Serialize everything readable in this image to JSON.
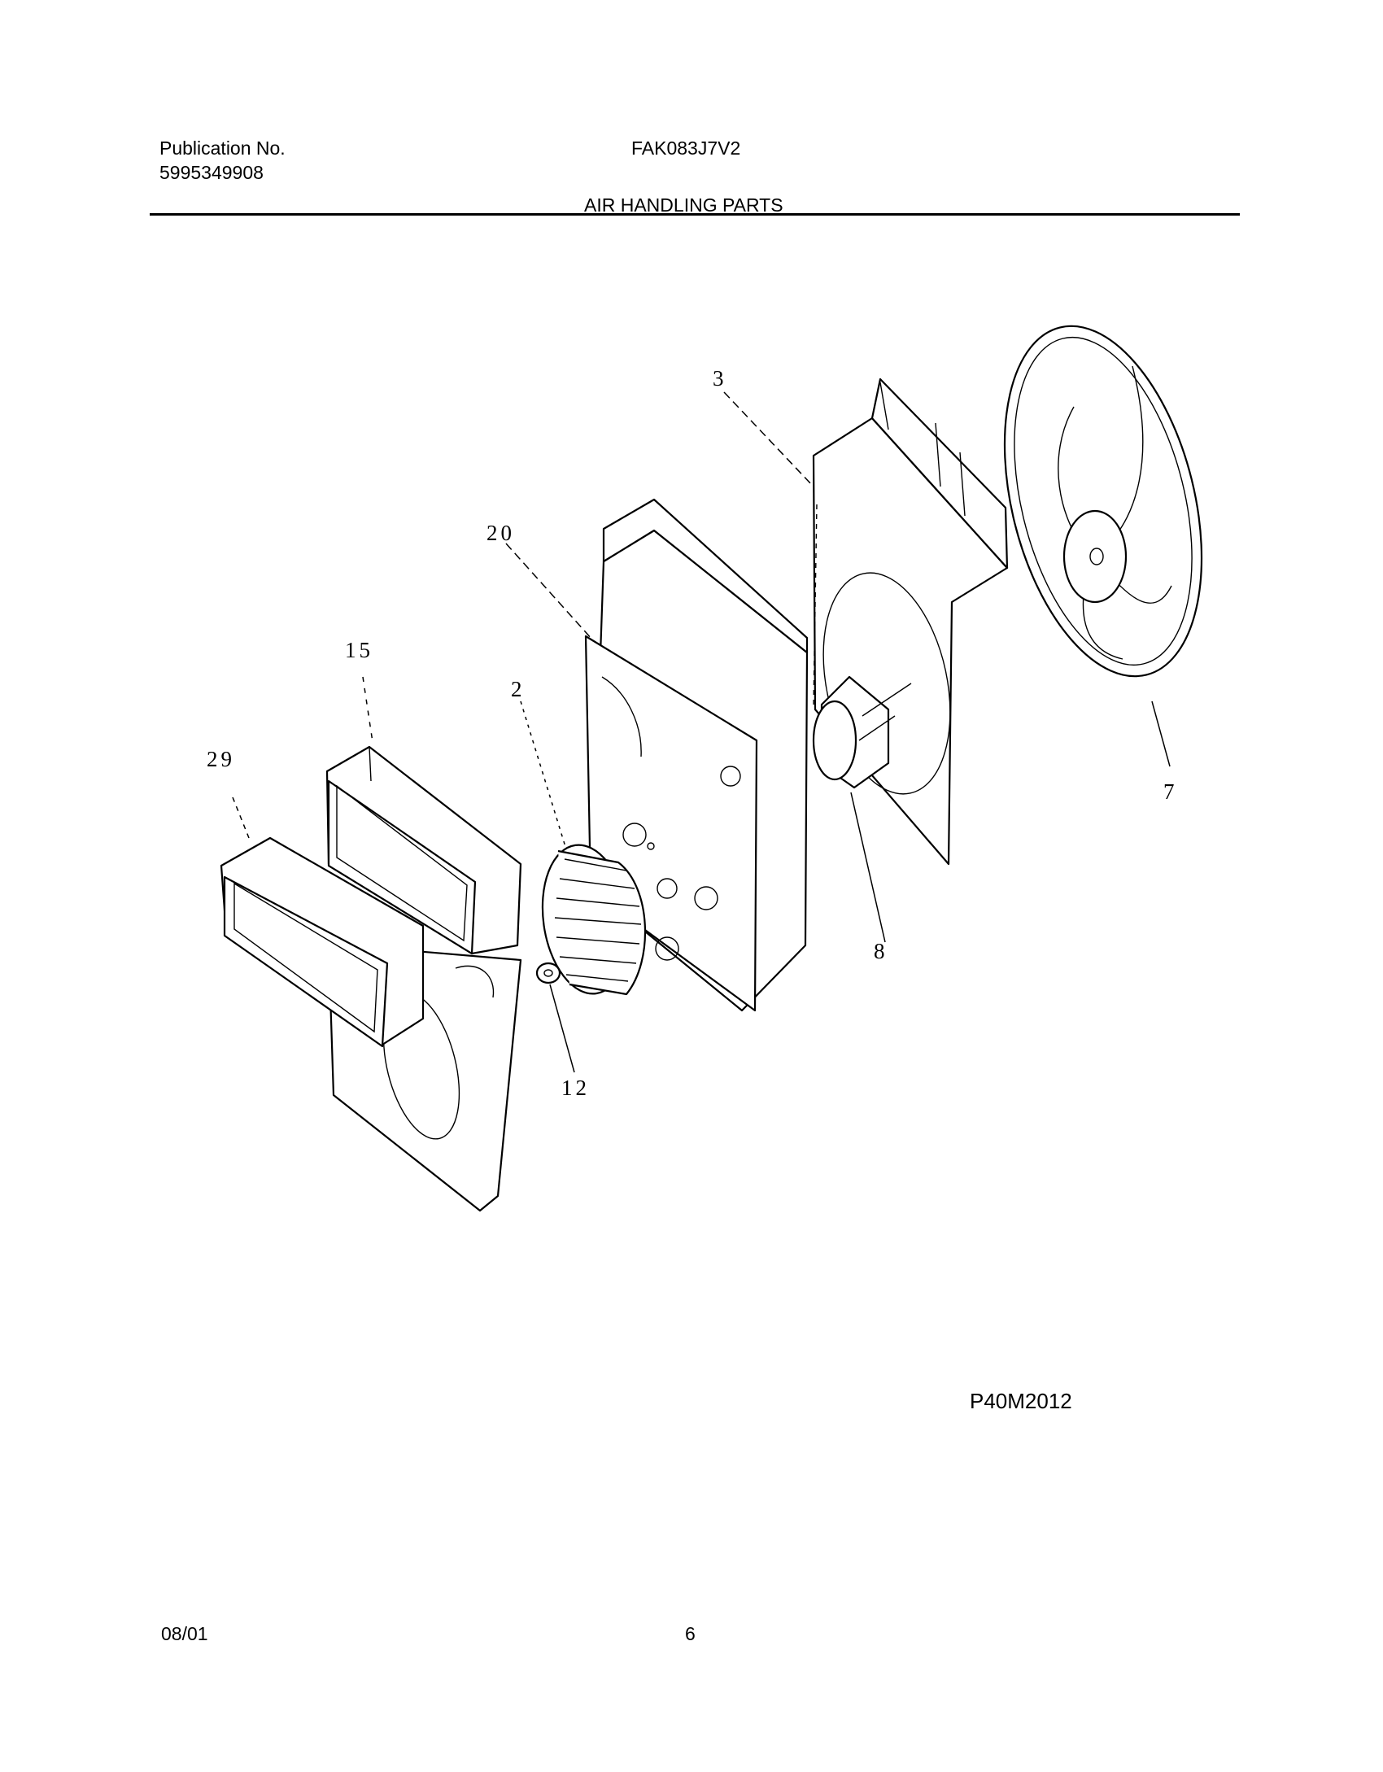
{
  "header": {
    "publication_label": "Publication No.",
    "publication_number": "5995349908",
    "model": "FAK083J7V2",
    "section_title": "AIR HANDLING PARTS"
  },
  "callouts": {
    "c3": "3",
    "c20": "20",
    "c15": "15",
    "c2": "2",
    "c29": "29",
    "c7": "7",
    "c8": "8",
    "c12": "12"
  },
  "drawing_code": "P40M2012",
  "footer": {
    "date": "08/01",
    "page_number": "6"
  }
}
